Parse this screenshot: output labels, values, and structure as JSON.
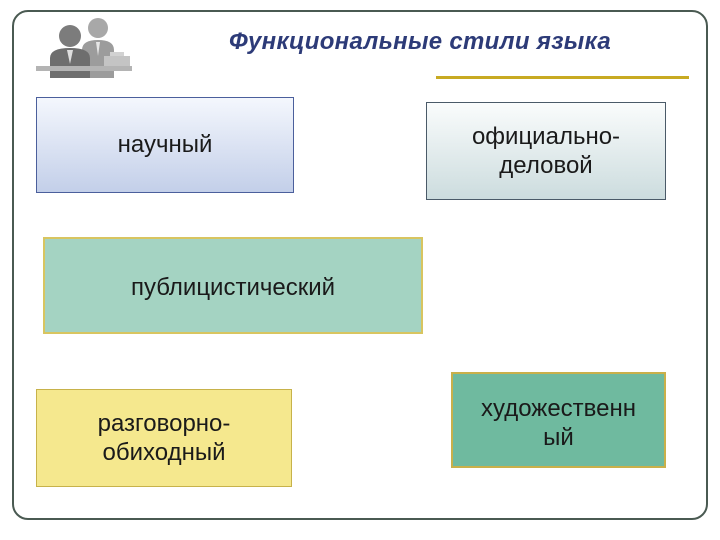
{
  "slide": {
    "title": "Функциональные стили языка",
    "logo_icon": "business-people-icon",
    "accent_color": "#c8aa22"
  },
  "boxes": {
    "nauchny": {
      "label": "научный"
    },
    "ofitsialno_delovoy": {
      "label": "официально-\nделовой"
    },
    "publitsistichesky": {
      "label": "публицистический"
    },
    "razgovorno_obikhodny": {
      "label": "разговорно-\nобиходный"
    },
    "khudozhestvenny": {
      "label": "художественн\nый"
    }
  }
}
